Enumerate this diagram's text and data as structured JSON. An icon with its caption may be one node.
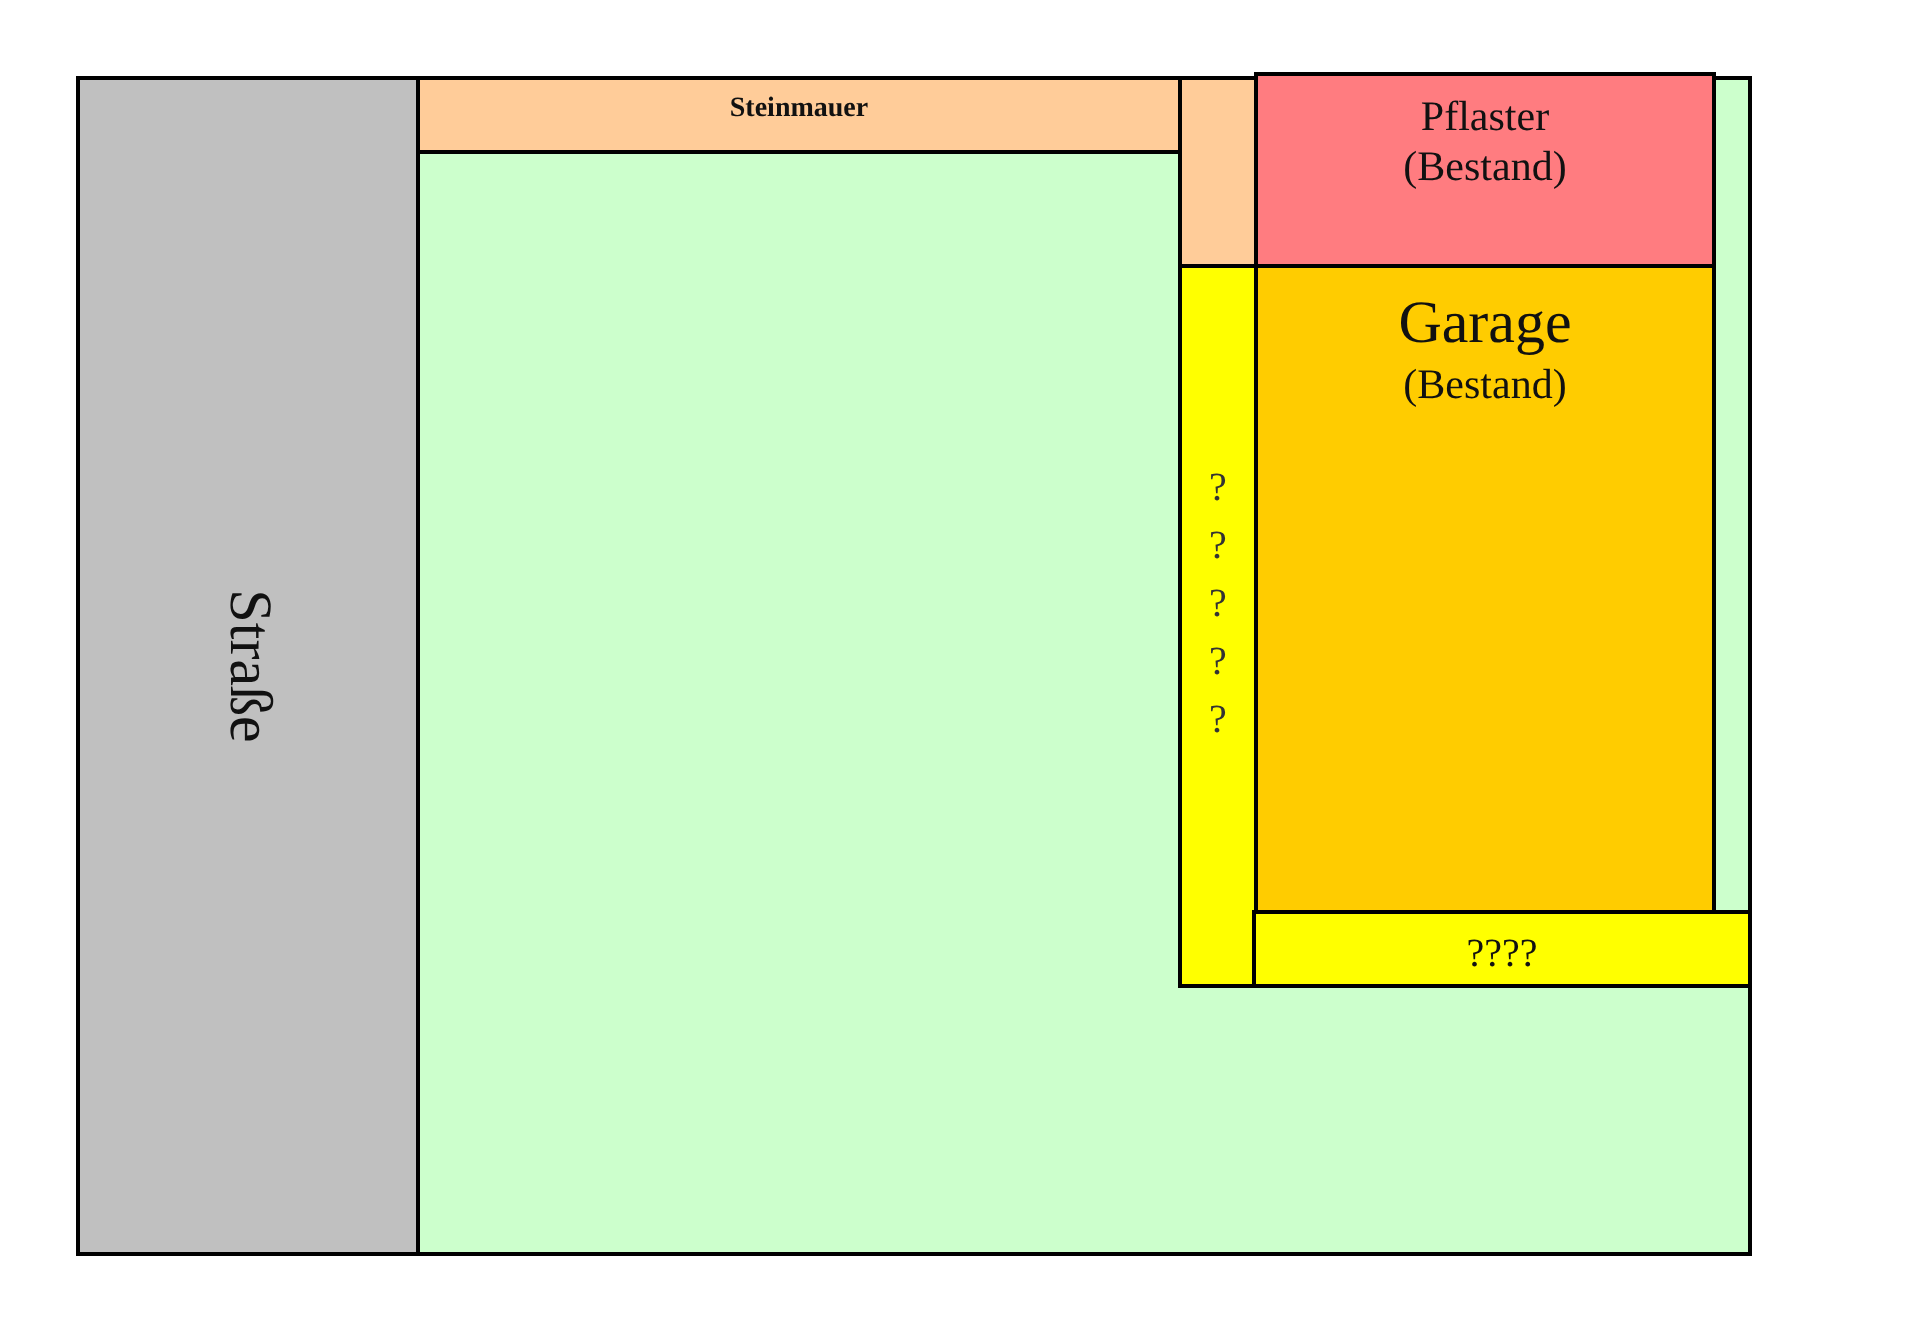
{
  "diagram": {
    "nodes": [
      {
        "text": [],
        "shape": "box"
      },
      {
        "text": [
          "Straße"
        ],
        "in": 0
      },
      {
        "text": [
          "Steinmauer"
        ],
        "in": 0
      },
      {
        "text": [],
        "shape": "box",
        "in": 0
      },
      {
        "text": [
          "Pflaster (Bestand)"
        ],
        "in": 0
      },
      {
        "text": [
          "Garage",
          "(Bestand)"
        ],
        "in": 0
      },
      {
        "text": [
          "? ? ? ? ?"
        ],
        "in": 0
      },
      {
        "text": [
          "????"
        ],
        "in": 0
      }
    ]
  }
}
